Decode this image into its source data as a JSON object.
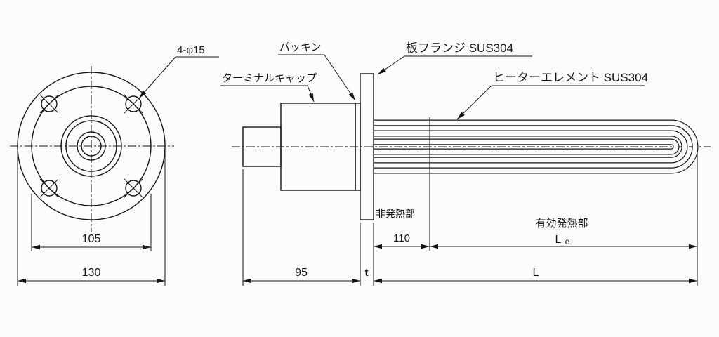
{
  "drawing": {
    "background": "#fcfcfc",
    "line_color": "#141414",
    "labels": {
      "bolt_holes": "4-φ15",
      "terminal_cap": "ターミナルキャップ",
      "packing": "パッキン",
      "flange": "板フランジ SUS304",
      "heater_element": "ヒーターエレメント SUS304",
      "non_heating_section": "非発熱部",
      "effective_heating_section": "有効発熱部"
    },
    "dimensions": {
      "bolt_circle_diameter": "105",
      "flange_outer_diameter": "130",
      "terminal_section_length": "95",
      "flange_thickness": "t",
      "non_heating_length": "110",
      "effective_length_symbol": "L",
      "effective_length_subscript": "e",
      "immersion_length": "L"
    }
  }
}
